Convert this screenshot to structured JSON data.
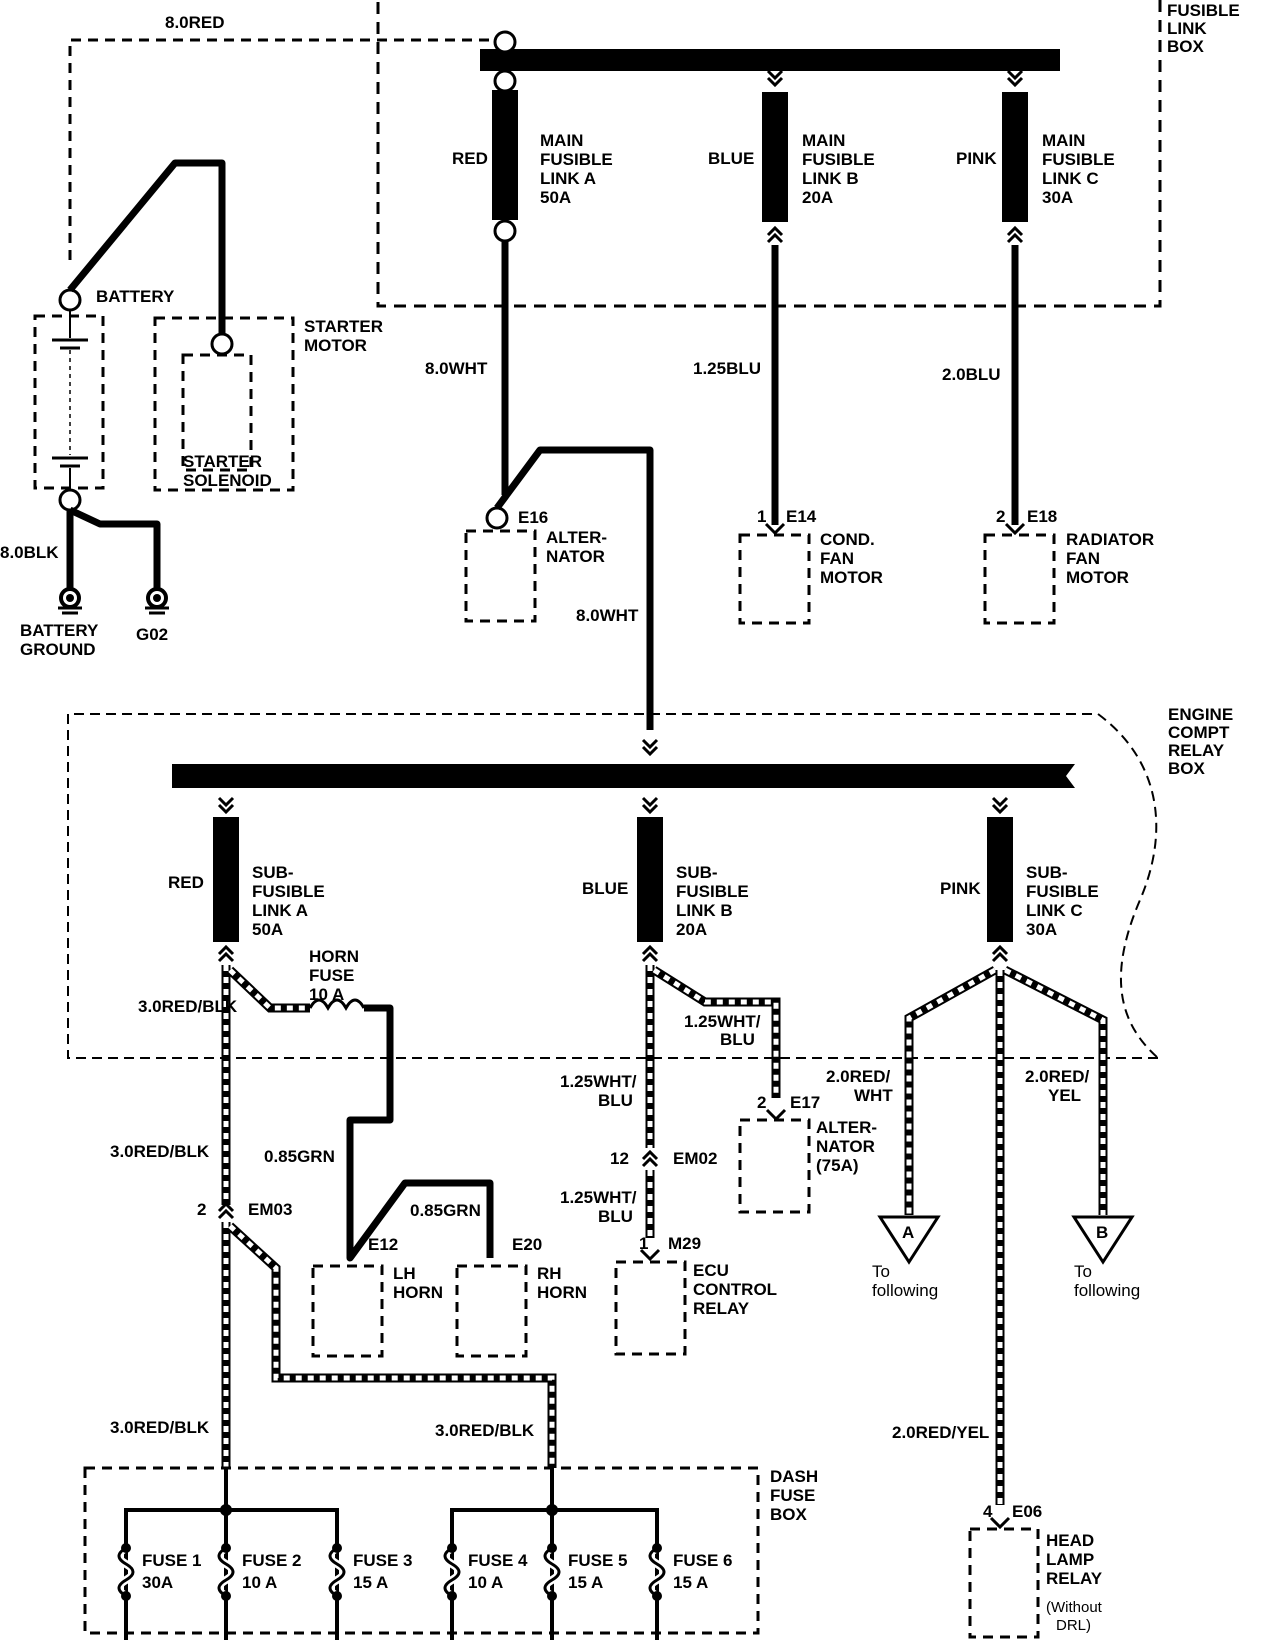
{
  "fusible_link_box": {
    "title": [
      "FUSIBLE",
      "LINK",
      "BOX"
    ],
    "links": [
      {
        "color": "RED",
        "label": [
          "MAIN",
          "FUSIBLE",
          "LINK A",
          "50A"
        ]
      },
      {
        "color": "BLUE",
        "label": [
          "MAIN",
          "FUSIBLE",
          "LINK B",
          "20A"
        ]
      },
      {
        "color": "PINK",
        "label": [
          "MAIN",
          "FUSIBLE",
          "LINK C",
          "30A"
        ]
      }
    ]
  },
  "battery": {
    "label": "BATTERY",
    "feed_wire": "8.0RED",
    "ground_wire": "8.0BLK"
  },
  "starter": {
    "title": [
      "STARTER",
      "MOTOR"
    ],
    "solenoid": [
      "STARTER",
      "SOLENOID"
    ]
  },
  "grounds": {
    "battery_ground": [
      "BATTERY",
      "GROUND"
    ],
    "g02": "G02"
  },
  "upper_wires": {
    "link_a": "8.0WHT",
    "link_b": "1.25BLU",
    "link_c": "2.0BLU",
    "alt_feed": "8.0WHT"
  },
  "upper_components": {
    "alternator": {
      "connector": "E16",
      "label": [
        "ALTER-",
        "NATOR"
      ]
    },
    "cond_fan": {
      "pin": "1",
      "connector": "E14",
      "label": [
        "COND.",
        "FAN",
        "MOTOR"
      ]
    },
    "radiator_fan": {
      "pin": "2",
      "connector": "E18",
      "label": [
        "RADIATOR",
        "FAN",
        "MOTOR"
      ]
    }
  },
  "relay_box": {
    "title": [
      "ENGINE",
      "COMPT",
      "RELAY",
      "BOX"
    ],
    "links": [
      {
        "color": "RED",
        "label": [
          "SUB-",
          "FUSIBLE",
          "LINK A",
          "50A"
        ]
      },
      {
        "color": "BLUE",
        "label": [
          "SUB-",
          "FUSIBLE",
          "LINK B",
          "20A"
        ]
      },
      {
        "color": "PINK",
        "label": [
          "SUB-",
          "FUSIBLE",
          "LINK C",
          "30A"
        ]
      }
    ],
    "horn_fuse": [
      "HORN",
      "FUSE",
      "10 A"
    ]
  },
  "lower_wires": {
    "red_blk_1": "3.0RED/BLK",
    "red_blk_2": "3.0RED/BLK",
    "red_blk_3": "3.0RED/BLK",
    "red_blk_4": "3.0RED/BLK",
    "grn_1": "0.85GRN",
    "grn_2": "0.85GRN",
    "wht_blu_1": [
      "1.25WHT/",
      "BLU"
    ],
    "wht_blu_2": [
      "1.25WHT/",
      "BLU"
    ],
    "wht_blu_3": [
      "1.25WHT/",
      "BLU"
    ],
    "red_wht": [
      "2.0RED/",
      "WHT"
    ],
    "red_yel_1": [
      "2.0RED/",
      "YEL"
    ],
    "red_yel_2": "2.0RED/YEL"
  },
  "connectors": {
    "em03": {
      "pin": "2",
      "id": "EM03"
    },
    "em02": {
      "pin": "12",
      "id": "EM02"
    },
    "e17": {
      "pin": "2",
      "id": "E17"
    },
    "m29": {
      "pin": "1",
      "id": "M29"
    },
    "e12": "E12",
    "e20": "E20",
    "e06": {
      "pin": "4",
      "id": "E06"
    }
  },
  "lower_components": {
    "lh_horn": [
      "LH",
      "HORN"
    ],
    "rh_horn": [
      "RH",
      "HORN"
    ],
    "alternator_75": [
      "ALTER-",
      "NATOR",
      "(75A)"
    ],
    "ecu_relay": [
      "ECU",
      "CONTROL",
      "RELAY"
    ],
    "head_lamp_relay": [
      "HEAD",
      "LAMP",
      "RELAY"
    ],
    "head_lamp_note": [
      "(Without",
      "DRL)"
    ]
  },
  "offpage": [
    {
      "letter": "A",
      "text": [
        "To",
        "following"
      ]
    },
    {
      "letter": "B",
      "text": [
        "To",
        "following"
      ]
    }
  ],
  "dash_fuse_box": {
    "title": [
      "DASH",
      "FUSE",
      "BOX"
    ],
    "fuses": [
      {
        "name": "FUSE 1",
        "rating": "30A"
      },
      {
        "name": "FUSE 2",
        "rating": "10 A"
      },
      {
        "name": "FUSE 3",
        "rating": "15 A"
      },
      {
        "name": "FUSE 4",
        "rating": "10 A"
      },
      {
        "name": "FUSE 5",
        "rating": "15 A"
      },
      {
        "name": "FUSE 6",
        "rating": "15 A"
      }
    ]
  }
}
